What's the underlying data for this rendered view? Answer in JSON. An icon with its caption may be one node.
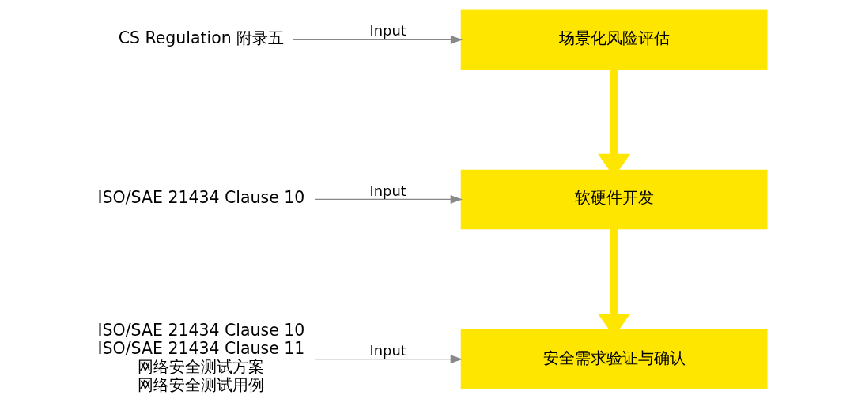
{
  "diagram": {
    "nodes": [
      {
        "text": [
          "CS Regulation 附录五"
        ]
      },
      {
        "text": [
          "场景化风险评估"
        ]
      },
      {
        "text": [
          "ISO/SAE 21434 Clause 10"
        ]
      },
      {
        "text": [
          "软硬件开发"
        ]
      },
      {
        "text": [
          "ISO/SAE 21434 Clause 10",
          "ISO/SAE 21434 Clause 11",
          "网络安全测试方案",
          "网络安全测试用例"
        ]
      },
      {
        "text": [
          "安全需求验证与确认"
        ]
      }
    ],
    "edges": [
      {
        "from": 0,
        "to": 1,
        "arrow": "to",
        "label": "Input"
      },
      {
        "from": 1,
        "to": 3,
        "arrow": "to",
        "style": "thick",
        "color": "#ffe600"
      },
      {
        "from": 2,
        "to": 3,
        "arrow": "to",
        "label": "Input"
      },
      {
        "from": 3,
        "to": 5,
        "arrow": "to",
        "style": "thick",
        "color": "#ffe600"
      },
      {
        "from": 4,
        "to": 5,
        "arrow": "to",
        "label": "Input"
      }
    ]
  }
}
